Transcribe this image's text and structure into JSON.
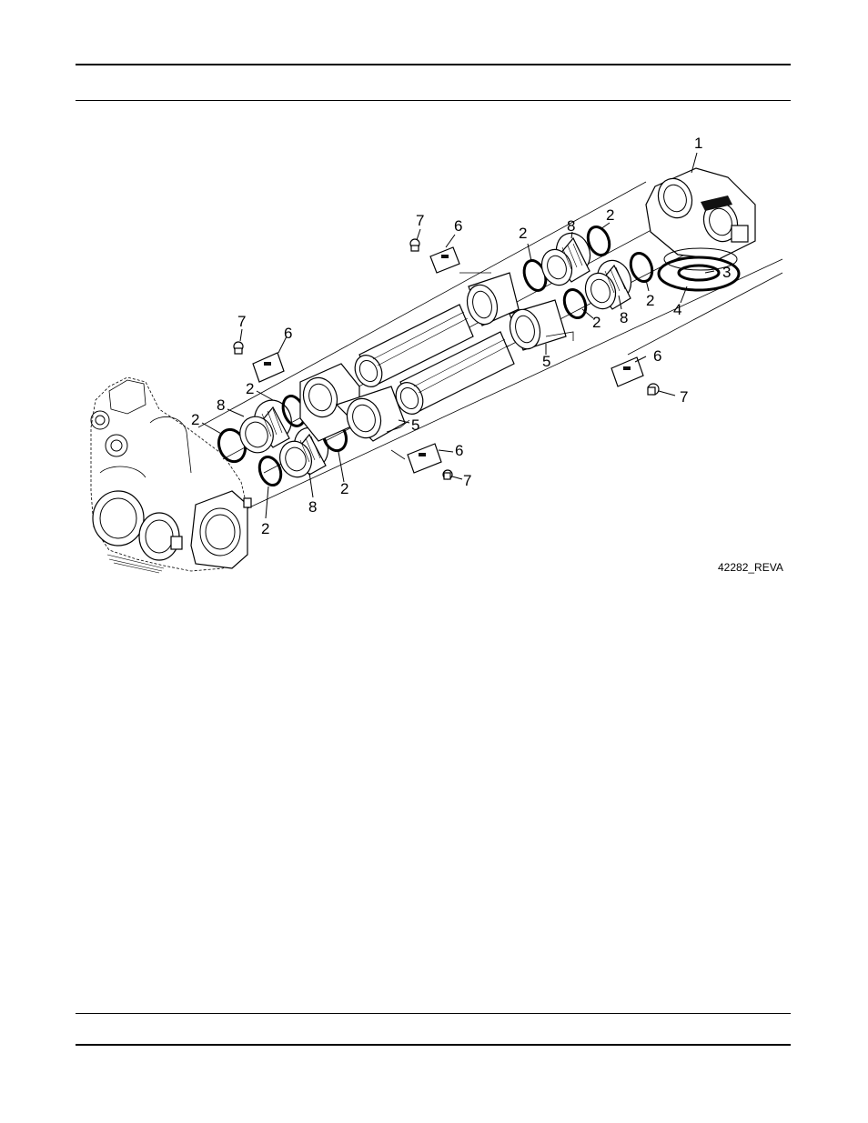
{
  "figure": {
    "id_label": "42282_REVA",
    "callouts": {
      "c1": "1",
      "c2": "2",
      "c3": "3",
      "c4": "4",
      "c5": "5",
      "c6": "6",
      "c7": "7",
      "c8": "8"
    }
  }
}
